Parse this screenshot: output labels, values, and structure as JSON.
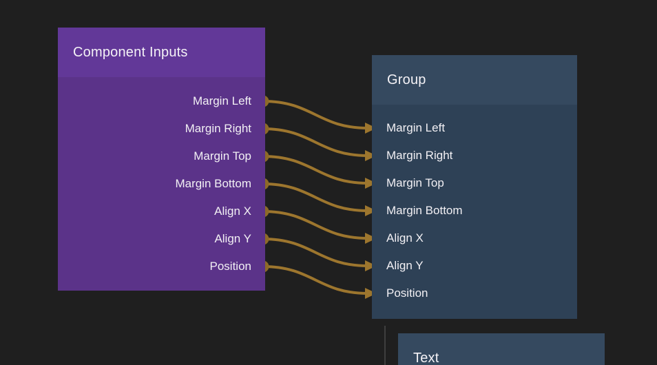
{
  "colors": {
    "background": "#1f1f1f",
    "wire": "#9d762e",
    "port_dot": "#8d6a28",
    "node_purple_header": "#623898",
    "node_purple_body": "#5b3389",
    "node_blue_header": "#35495f",
    "node_blue_body": "#2e4156",
    "label_text": "#f2f0f4",
    "child_line": "#3f3f3f"
  },
  "nodes": {
    "component_inputs": {
      "title": "Component Inputs",
      "ports": [
        "Margin Left",
        "Margin Right",
        "Margin Top",
        "Margin Bottom",
        "Align X",
        "Align Y",
        "Position"
      ]
    },
    "group": {
      "title": "Group",
      "ports": [
        "Margin Left",
        "Margin Right",
        "Margin Top",
        "Margin Bottom",
        "Align X",
        "Align Y",
        "Position"
      ]
    },
    "text": {
      "title": "Text"
    }
  },
  "connections": [
    {
      "from": "Margin Left",
      "to": "Margin Left",
      "from_index": 0,
      "to_index": 0
    },
    {
      "from": "Margin Right",
      "to": "Margin Right",
      "from_index": 1,
      "to_index": 1
    },
    {
      "from": "Margin Top",
      "to": "Margin Top",
      "from_index": 2,
      "to_index": 2
    },
    {
      "from": "Margin Bottom",
      "to": "Margin Bottom",
      "from_index": 3,
      "to_index": 3
    },
    {
      "from": "Align X",
      "to": "Align X",
      "from_index": 4,
      "to_index": 4
    },
    {
      "from": "Align Y",
      "to": "Align Y",
      "from_index": 5,
      "to_index": 5
    },
    {
      "from": "Position",
      "to": "Position",
      "from_index": 6,
      "to_index": 6
    }
  ]
}
